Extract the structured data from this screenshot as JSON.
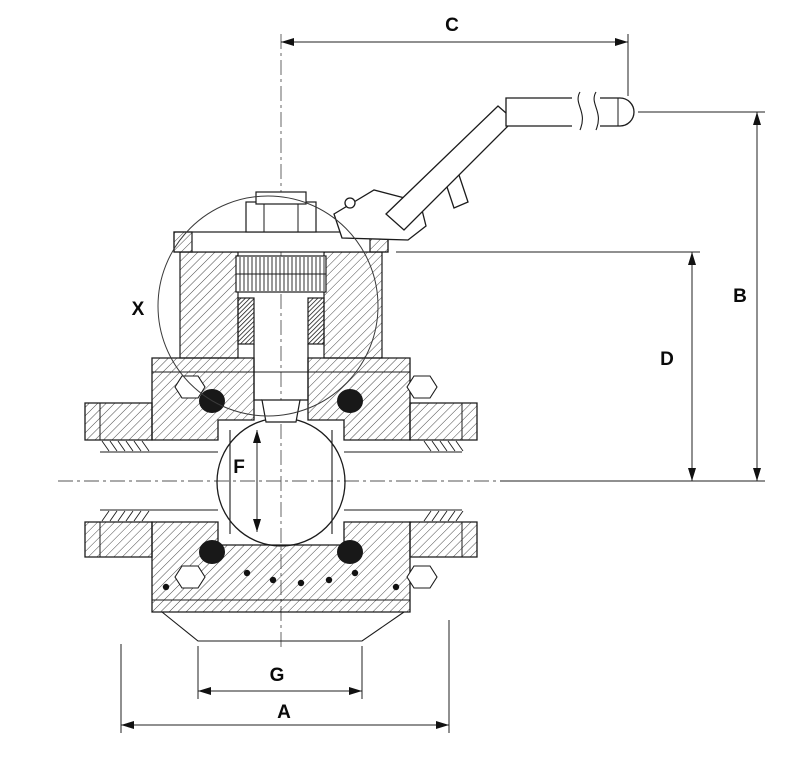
{
  "labels": {
    "A": "A",
    "B": "B",
    "C": "C",
    "D": "D",
    "F": "F",
    "G": "G",
    "X": "X"
  },
  "colors": {
    "background": "#ffffff",
    "line": "#1b1b1b"
  }
}
